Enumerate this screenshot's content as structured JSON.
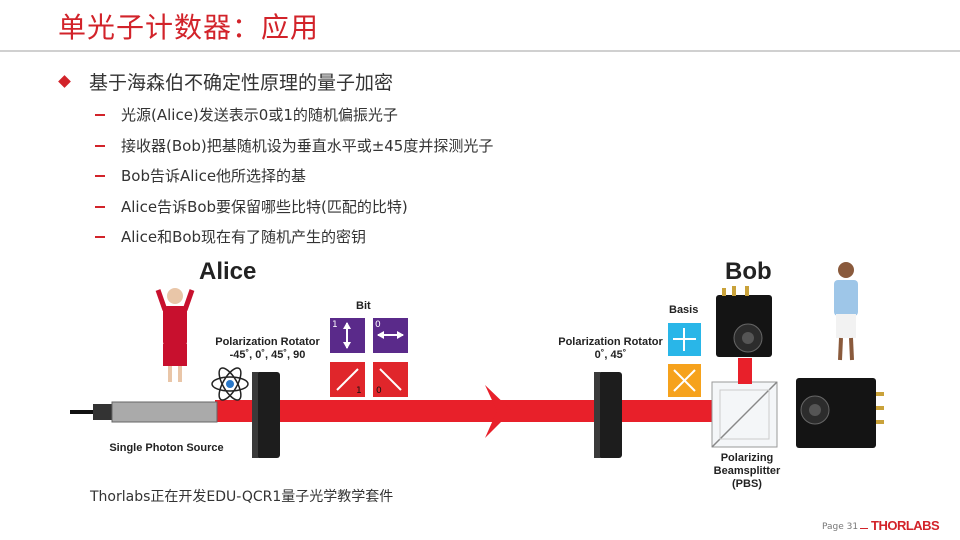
{
  "title": "单光子计数器：应用",
  "main_bullet": "基于海森伯不确定性原理的量子加密",
  "sub_bullets": [
    "光源(Alice)发送表示0或1的随机偏振光子",
    "接收器(Bob)把基随机设为垂直水平或±45度并探测光子",
    "Bob告诉Alice他所选择的基",
    "Alice告诉Bob要保留哪些比特(匹配的比特)",
    "Alice和Bob现在有了随机产生的密钥"
  ],
  "diagram": {
    "alice_label": "Alice",
    "bob_label": "Bob",
    "bit_label": "Bit",
    "basis_label": "Basis",
    "rotator1_label": "Polarization Rotator",
    "rotator1_angles": "-45˚, 0˚, 45˚, 90",
    "rotator2_label": "Polarization Rotator",
    "rotator2_angles": "0˚, 45˚",
    "source_label": "Single Photon Source",
    "pbs_line1": "Polarizing",
    "pbs_line2": "Beamsplitter",
    "pbs_line3": "(PBS)",
    "bit_one_top": "1",
    "bit_zero_top": "0",
    "bit_one_bottom": "1",
    "bit_zero_bottom": "0",
    "colors": {
      "blue_box": "#5a2a8a",
      "red_box": "#e0262b",
      "cyan_box": "#29b6e8",
      "orange_box": "#f6a21c",
      "beam": "#e8202a"
    }
  },
  "note": "Thorlabs正在开发EDU-QCR1量子光学教学套件",
  "footer": {
    "page": "Page 31",
    "logo": "THORLABS"
  }
}
